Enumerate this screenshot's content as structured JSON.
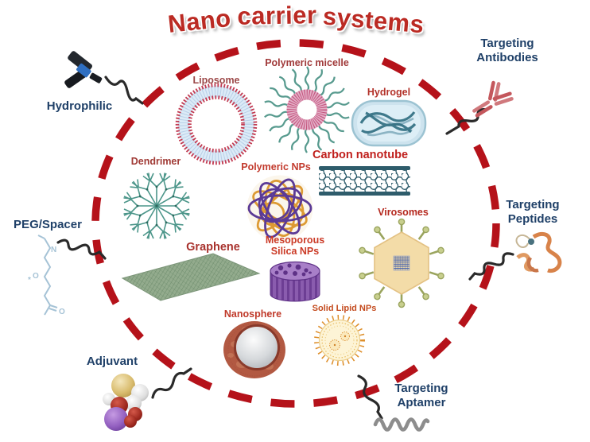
{
  "title": "Nano carrier systems",
  "title_words": [
    "Nano",
    "carrier",
    "systems"
  ],
  "colors": {
    "title": "#bb2a23",
    "circle": "#b5121a",
    "connector": "#2a2a2a",
    "external_label": "#1f4068"
  },
  "carriers": [
    {
      "name": "liposome",
      "label": "Liposome",
      "color": "#9c4848"
    },
    {
      "name": "polymeric-micelle",
      "label": "Polymeric micelle",
      "color": "#a03a3a"
    },
    {
      "name": "hydrogel",
      "label": "Hydrogel",
      "color": "#b3322a"
    },
    {
      "name": "dendrimer",
      "label": "Dendrimer",
      "color": "#a03a35"
    },
    {
      "name": "polymeric-nps",
      "label": "Polymeric NPs",
      "color": "#c23a2d"
    },
    {
      "name": "carbon-nanotube",
      "label": "Carbon nanotube",
      "color": "#c01f1c"
    },
    {
      "name": "graphene",
      "label": "Graphene",
      "color": "#a8322d"
    },
    {
      "name": "mesoporous-silica-nps",
      "label": "Mesoporous Silica NPs",
      "color": "#cb3a26"
    },
    {
      "name": "virosomes",
      "label": "Virosomes",
      "color": "#b5281e"
    },
    {
      "name": "nanosphere",
      "label": "Nanosphere",
      "color": "#c03a2a"
    },
    {
      "name": "solid-lipid-nps",
      "label": "Solid Lipid NPs",
      "color": "#c44b1e"
    }
  ],
  "external": [
    {
      "name": "hydrophilic",
      "label": "Hydrophilic"
    },
    {
      "name": "targeting-antibodies",
      "label": "Targeting Antibodies"
    },
    {
      "name": "peg-spacer",
      "label": "PEG/Spacer"
    },
    {
      "name": "targeting-peptides",
      "label": "Targeting Peptides"
    },
    {
      "name": "adjuvant",
      "label": "Adjuvant"
    },
    {
      "name": "targeting-aptamer",
      "label": "Targeting Aptamer"
    }
  ]
}
